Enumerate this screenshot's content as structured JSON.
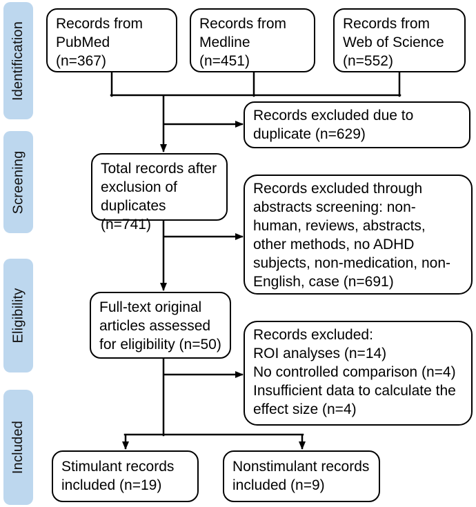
{
  "sidebar": {
    "stage_fill_color": "#bdd7ee",
    "stages": [
      {
        "label": "Identification"
      },
      {
        "label": "Screening"
      },
      {
        "label": "Eligibility"
      },
      {
        "label": "Included"
      }
    ]
  },
  "boxes": {
    "pubmed": "Records from\nPubMed\n(n=367)",
    "medline": "Records from\nMedline\n(n=451)",
    "web_of_science": "Records from\nWeb of Science\n(n=552)",
    "excluded_duplicates": "Records excluded due to\nduplicate (n=629)",
    "total_after_duplicates": "Total records after\nexclusion of\nduplicates (n=741)",
    "excluded_abstract_screening": "Records excluded through\nabstracts screening: non-\nhuman, reviews, abstracts,\nother methods, no ADHD\nsubjects, non-medication, non-\nEnglish, case (n=691)",
    "fulltext_assessed": "Full-text original\narticles assessed\nfor eligibility (n=50)",
    "excluded_fulltext": "Records excluded:\nROI analyses (n=14)\nNo controlled comparison (n=4)\nInsufficient data to calculate the\neffect size (n=4)",
    "stimulant_included": "Stimulant records\nincluded (n=19)",
    "nonstimulant_included": "Nonstimulant records\nincluded (n=9)"
  },
  "counts": {
    "pubmed": 367,
    "medline": 451,
    "web_of_science": 552,
    "duplicates_excluded": 629,
    "total_after_duplicates": 741,
    "abstract_screening_excluded": 691,
    "fulltext_assessed": 50,
    "roi_analyses_excluded": 14,
    "no_controlled_comparison_excluded": 4,
    "insufficient_data_excluded": 4,
    "stimulant_included": 19,
    "nonstimulant_included": 9
  },
  "colors": {
    "background": "#ffffff",
    "box_border": "#000000",
    "text": "#000000",
    "stage_fill": "#bdd7ee"
  }
}
